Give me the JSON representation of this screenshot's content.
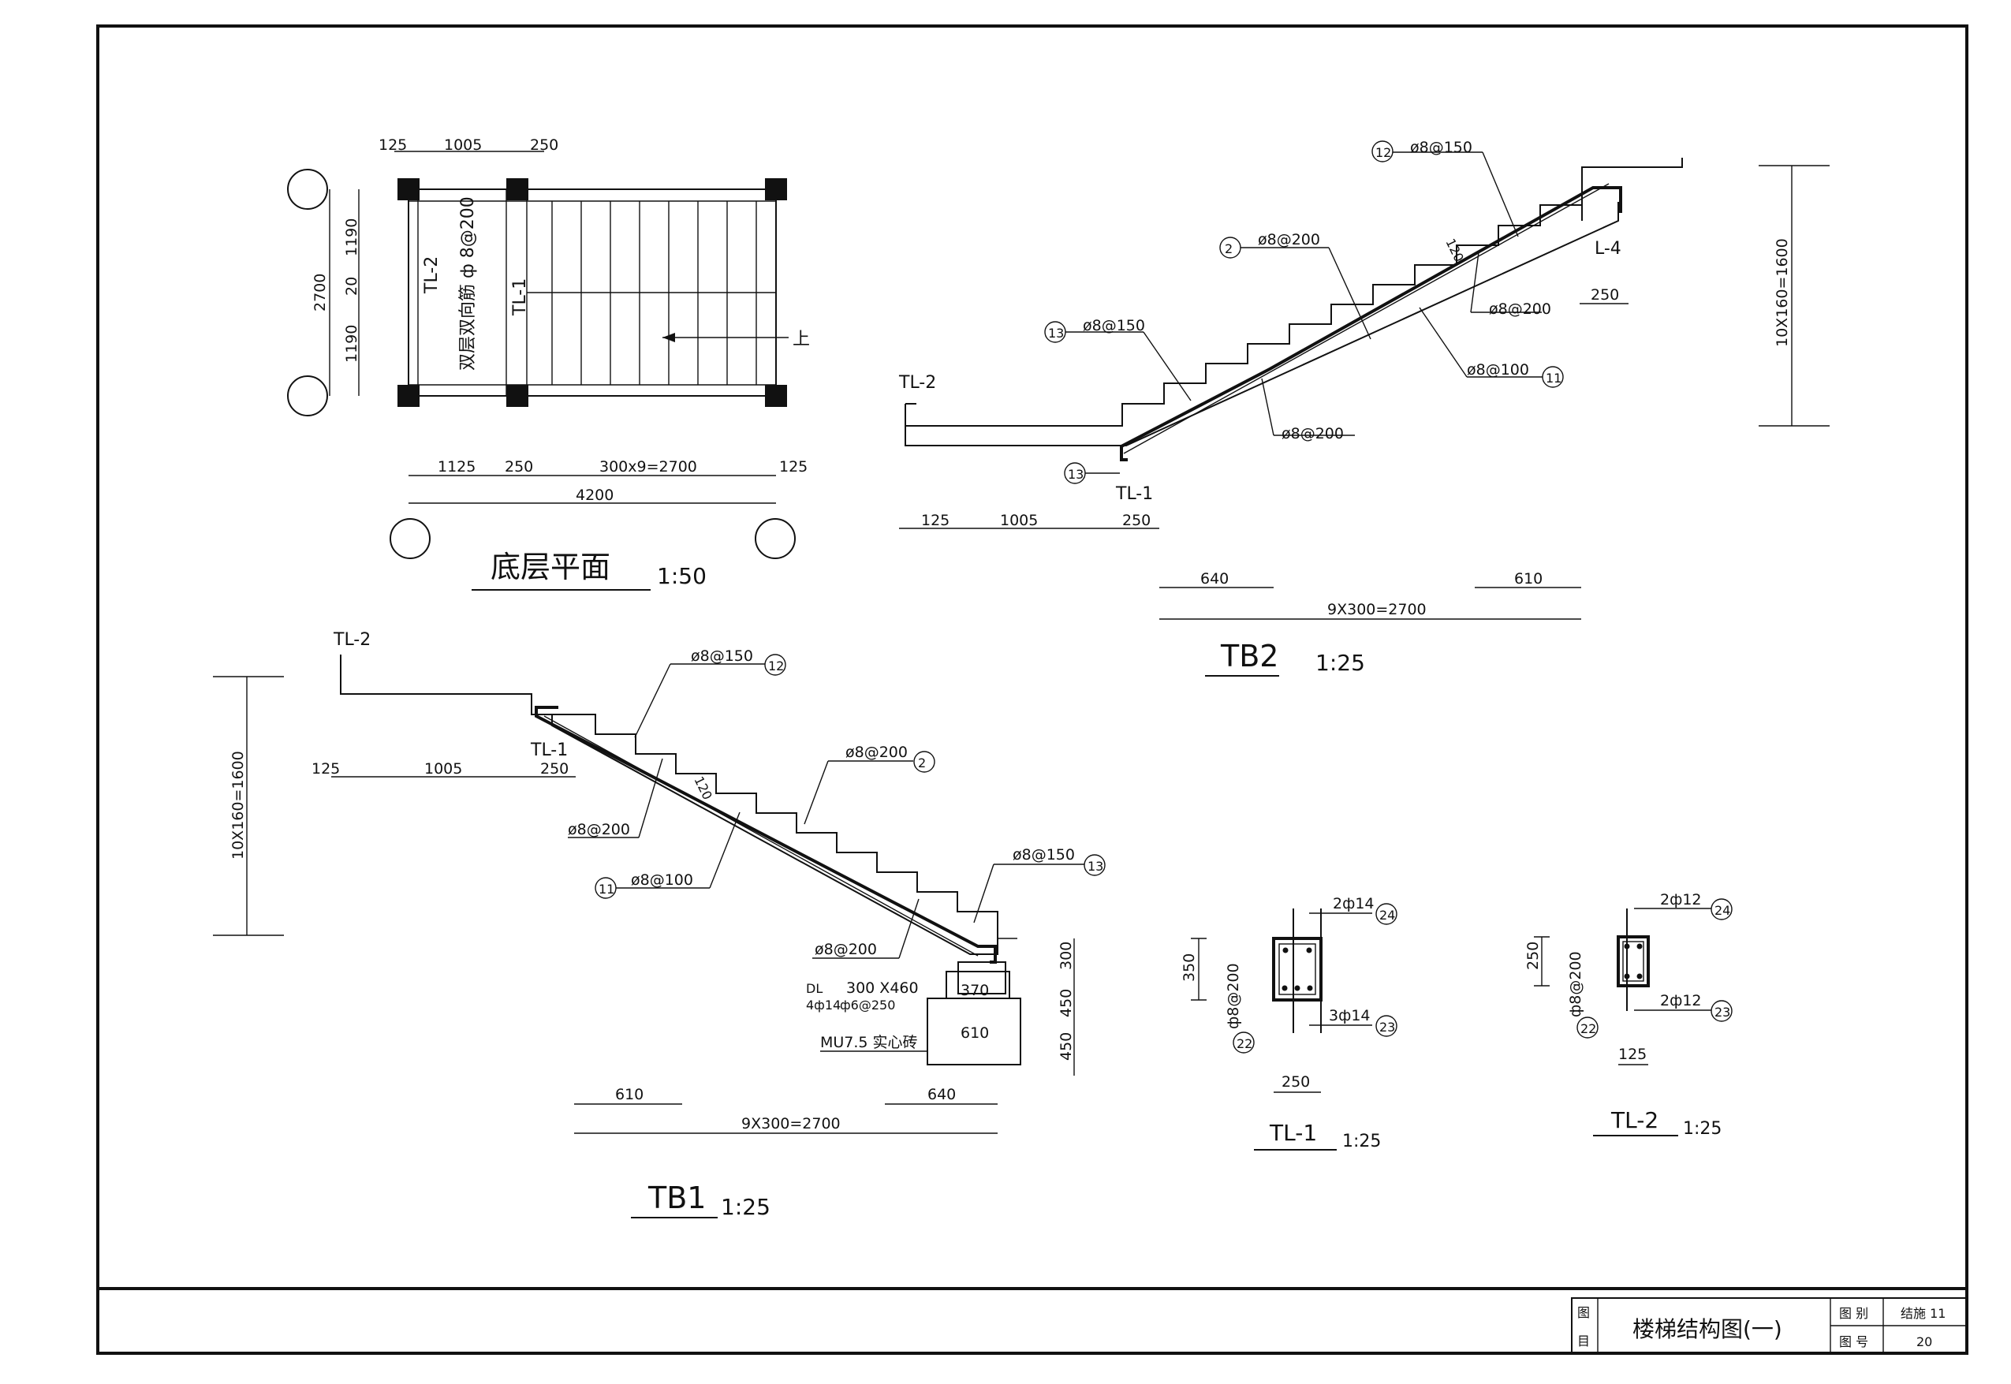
{
  "plan": {
    "title": "底层平面",
    "scale": "1:50",
    "beam_a": "TL-2",
    "beam_b": "TL-1",
    "slab_note": "双层双向筋 ф 8@200",
    "up_label": "上",
    "dims_top": [
      "125",
      "1005",
      "250"
    ],
    "dims_left": [
      "2700",
      "1190",
      "20",
      "1190"
    ],
    "dims_bottom": [
      "1125",
      "250",
      "300x9=2700",
      "125"
    ],
    "dim_total": "4200"
  },
  "tb2": {
    "title": "TB2",
    "scale": "1:25",
    "rebars": [
      "ø8@150",
      "ø8@200",
      "ø8@150",
      "ø8@200",
      "ø8@100",
      "ø8@200"
    ],
    "callouts": [
      "12",
      "2",
      "13",
      "11",
      "13"
    ],
    "beam_left": "TL-2",
    "beam_low": "TL-1",
    "beam_high": "L-4",
    "thickness": "120",
    "dim_250_top": "250",
    "dim_height": "10X160=1600",
    "dims_bottom": [
      "125",
      "1005",
      "250"
    ],
    "dims_run": [
      "640",
      "610"
    ],
    "dim_run_total": "9X300=2700"
  },
  "tb1": {
    "title": "TB1",
    "scale": "1:25",
    "beam_top_left": "TL-2",
    "beam_top": "TL-1",
    "rebars": [
      "ø8@150",
      "ø8@200",
      "ø8@200",
      "ø8@100",
      "ø8@150",
      "ø8@200"
    ],
    "callouts": [
      "12",
      "2",
      "11",
      "13"
    ],
    "thickness": "120",
    "dim_height": "10X160=1600",
    "dims_top": [
      "125",
      "1005",
      "250"
    ],
    "footing_label": "DL",
    "footing_rebar": "4ф14",
    "footing_stirrup": "ф6@250",
    "footing_size": "300 X460",
    "dim_370": "370",
    "dim_610": "610",
    "brick": "MU7.5 实心砖",
    "dims_right": [
      "300",
      "450",
      "450"
    ],
    "dims_run": [
      "610",
      "640"
    ],
    "dim_run_total": "9X300=2700"
  },
  "tl1": {
    "title": "TL-1",
    "scale": "1:25",
    "top_bar": "2ф14",
    "bottom_bar": "3ф14",
    "stirrup": "ф8@200",
    "callouts": [
      "24",
      "22",
      "23"
    ],
    "height": "350",
    "width": "250"
  },
  "tl2": {
    "title": "TL-2",
    "scale": "1:25",
    "top_bar": "2ф12",
    "bottom_bar": "2ф12",
    "stirrup": "ф8@200",
    "callouts": [
      "24",
      "22",
      "23"
    ],
    "height": "250",
    "width": "125"
  },
  "title_block": {
    "label_a": "图",
    "label_b": "目",
    "drawing_name": "楼梯结构图(一)",
    "field1_label": "图 别",
    "field1_value": "结施 11",
    "field2_label": "图 号",
    "field2_value": "20"
  }
}
